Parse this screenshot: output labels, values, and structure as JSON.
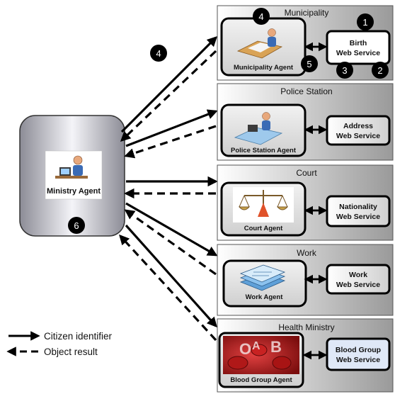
{
  "ministry": {
    "label": "Ministry Agent",
    "step": "6"
  },
  "panels": [
    {
      "title": "Municipality",
      "agent": "Municipality Agent",
      "service_line1": "Birth",
      "service_line2": "Web Service"
    },
    {
      "title": "Police Station",
      "agent": "Police Station Agent",
      "service_line1": "Address",
      "service_line2": "Web Service"
    },
    {
      "title": "Court",
      "agent": "Court Agent",
      "service_line1": "Nationality",
      "service_line2": "Web Service"
    },
    {
      "title": "Work",
      "agent": "Work Agent",
      "service_line1": "Work",
      "service_line2": "Web Service"
    },
    {
      "title": "Health Ministry",
      "agent": "Blood Group Agent",
      "service_line1": "Blood Group",
      "service_line2": "Web Service"
    }
  ],
  "steps": {
    "call_to_municipality": "4",
    "municipality_agent": "4",
    "municipality_return": "5",
    "birth_service_top": "1",
    "birth_service_bottom_left": "3",
    "birth_service_bottom_right": "2"
  },
  "legend": {
    "solid": "Citizen identifier",
    "dashed": "Object result"
  }
}
